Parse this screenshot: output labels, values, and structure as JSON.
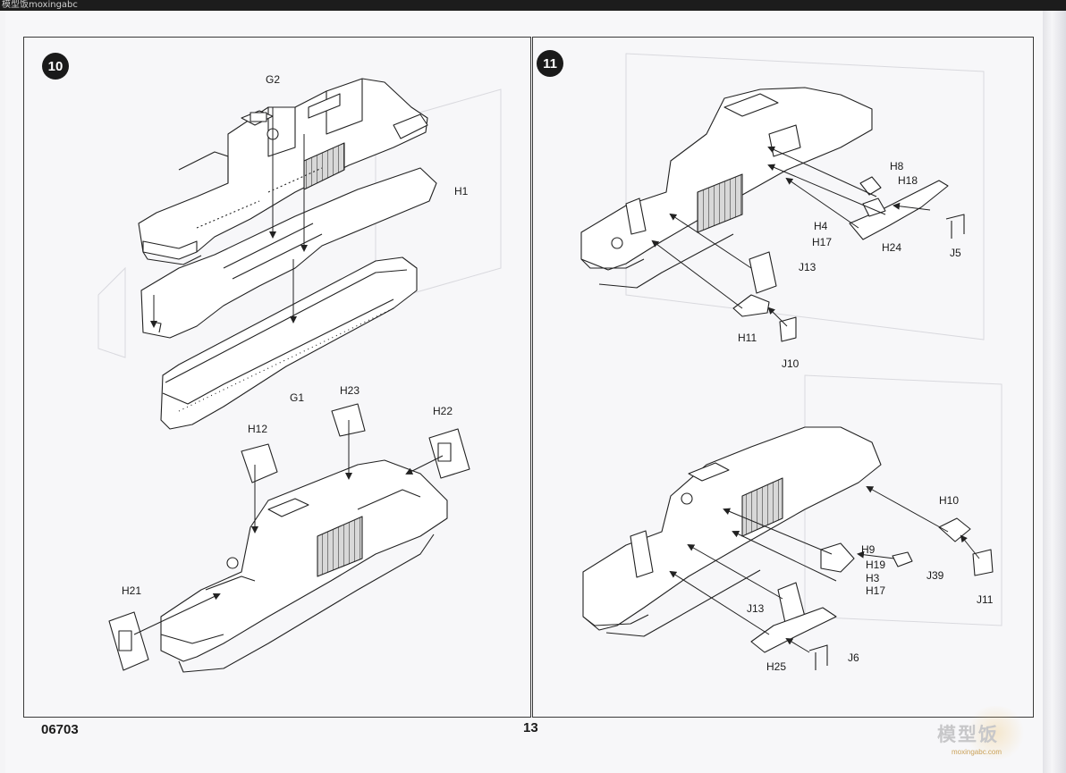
{
  "watermark_top": "模型饭moxingabc",
  "steps": [
    {
      "number": "10"
    },
    {
      "number": "11"
    }
  ],
  "left_labels": {
    "G2": "G2",
    "H1": "H1",
    "G1": "G1",
    "H23": "H23",
    "H22": "H22",
    "H12": "H12",
    "H21": "H21"
  },
  "right_labels": {
    "H8": "H8",
    "H18": "H18",
    "H4": "H4",
    "H17": "H17",
    "H24": "H24",
    "J5": "J5",
    "J13": "J13",
    "H11": "H11",
    "J10": "J10",
    "H10": "H10",
    "H9": "H9",
    "H19": "H19",
    "H3": "H3",
    "H17b": "H17",
    "J39": "J39",
    "J11": "J11",
    "J13b": "J13",
    "H25": "H25",
    "J6": "J6"
  },
  "footer": {
    "code": "06703",
    "page": "13"
  },
  "watermark": {
    "logo": "模型饭",
    "url": "moxingabc.com"
  }
}
